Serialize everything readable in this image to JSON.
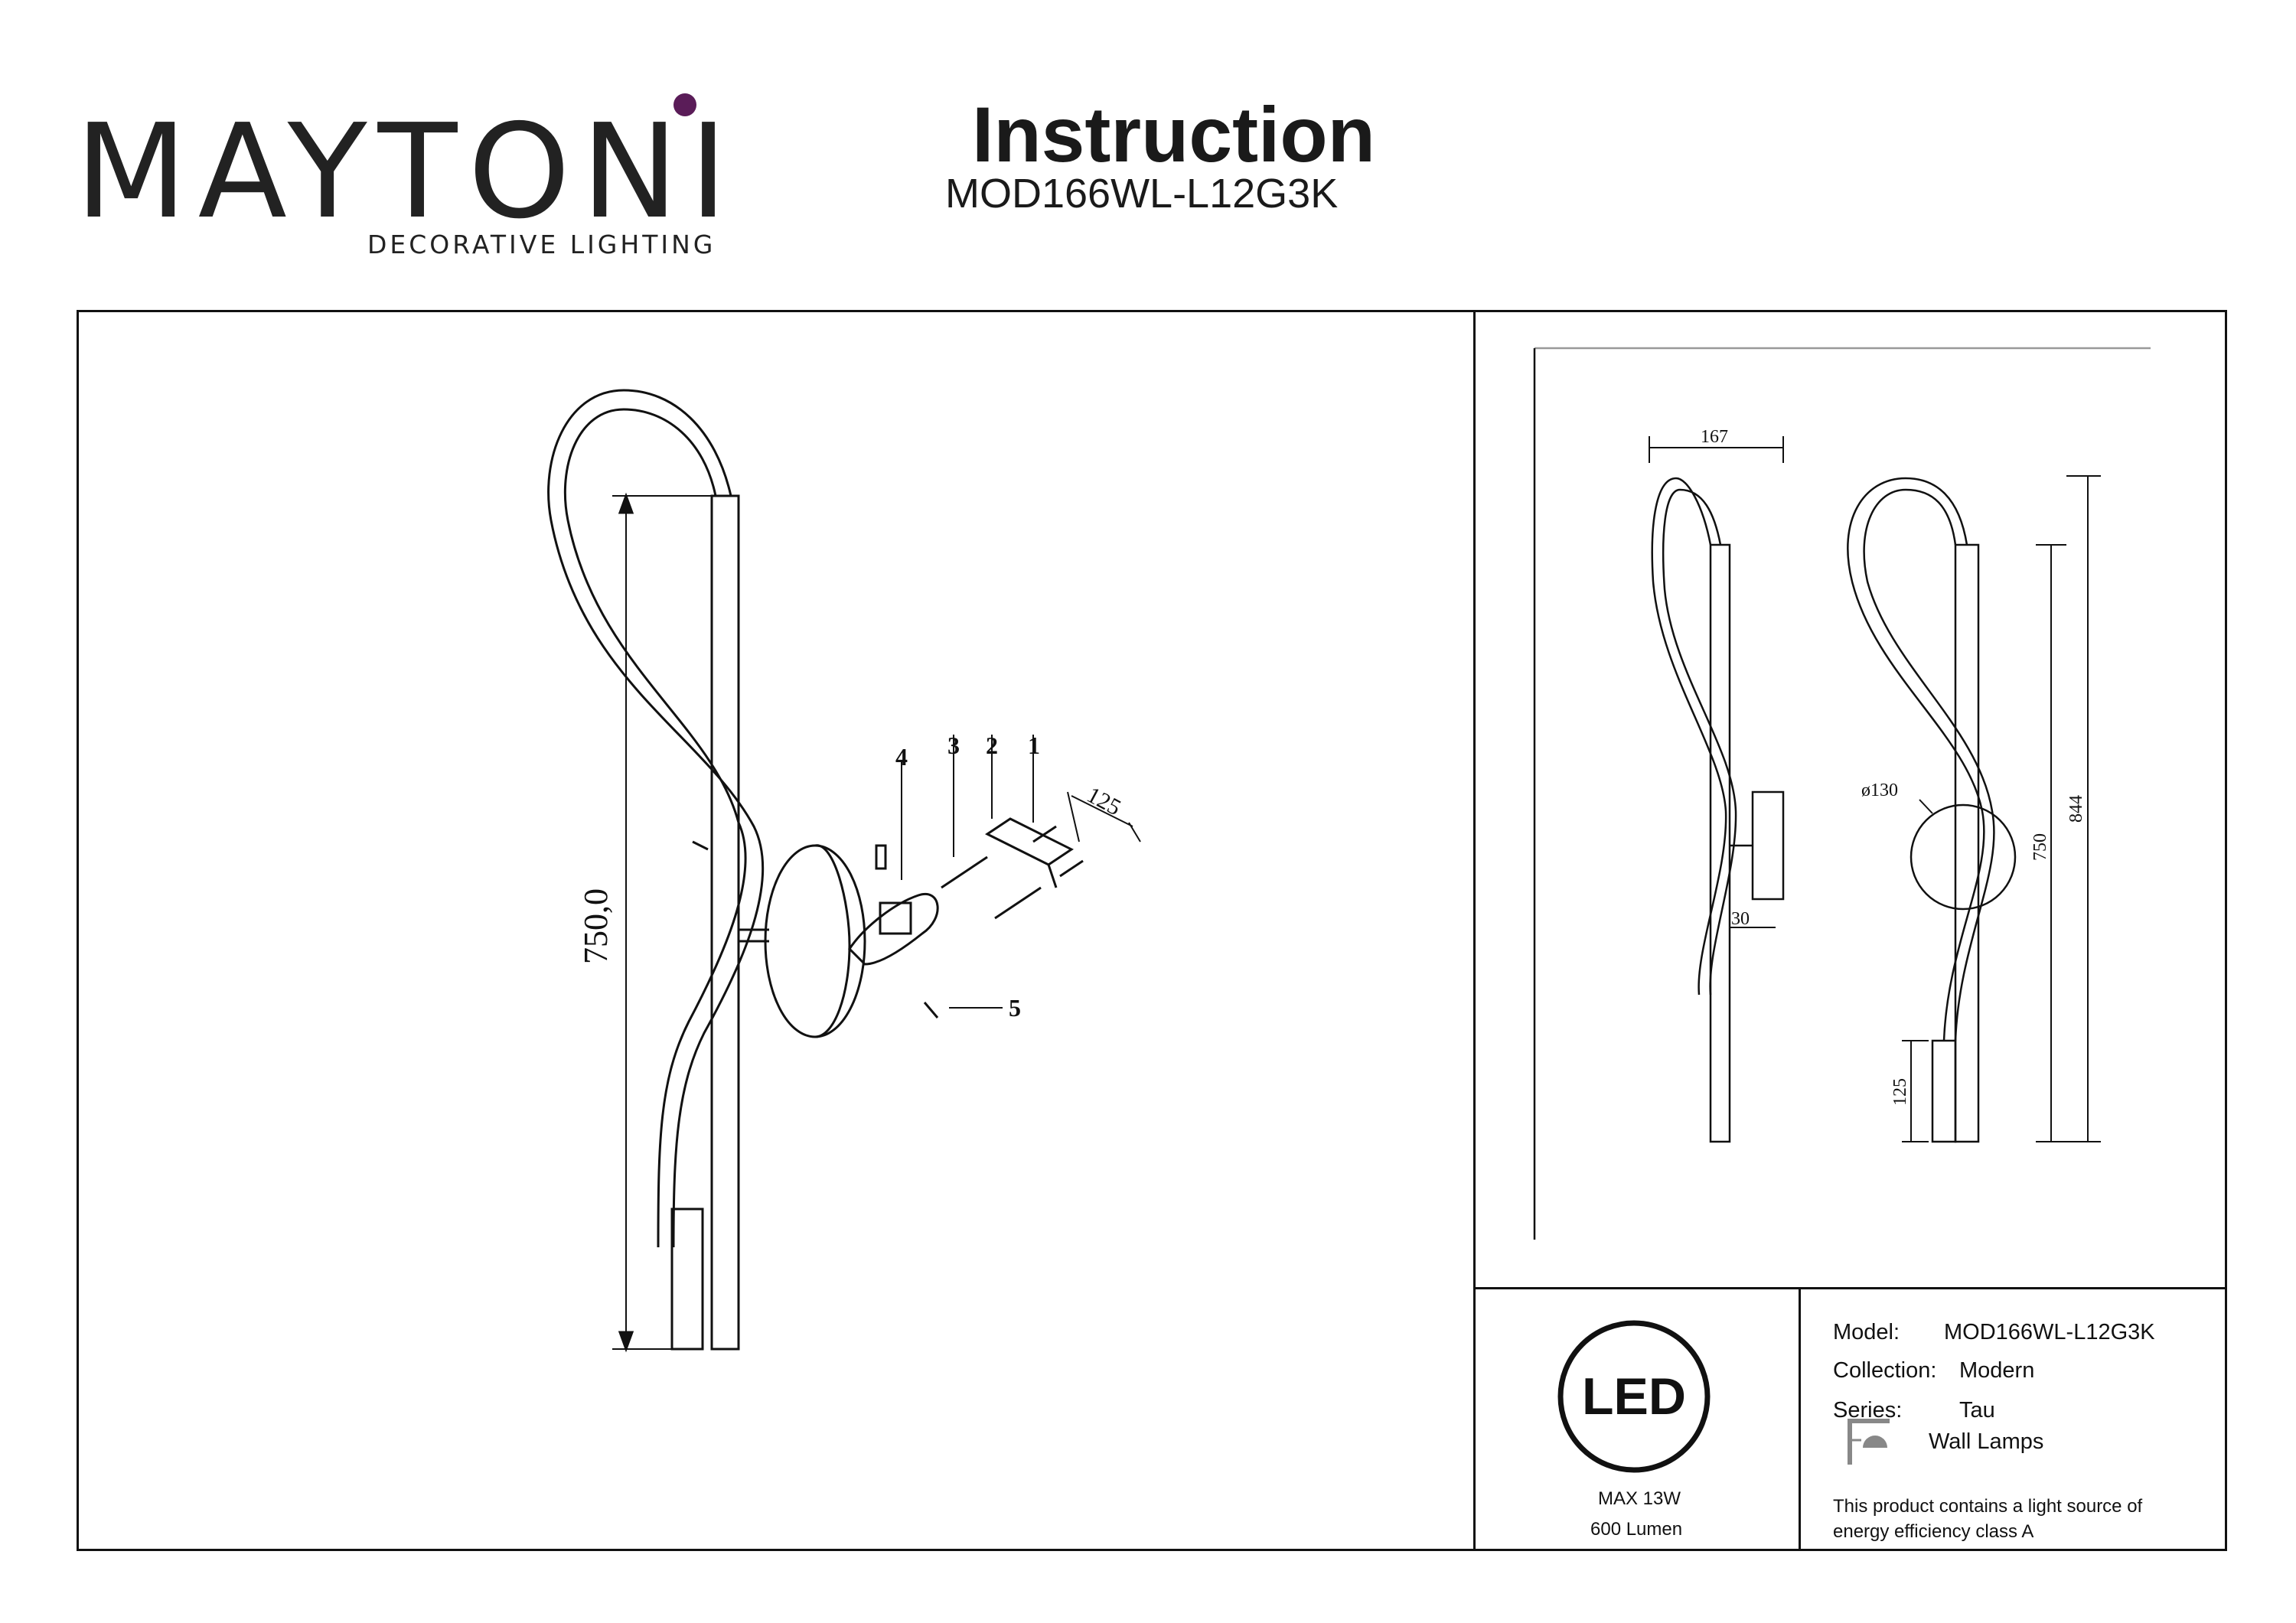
{
  "brand": {
    "name": "MAYTONI",
    "tagline": "DECORATIVE LIGHTING",
    "accent": "#5a1c58"
  },
  "header": {
    "title": "Instruction",
    "model": "MOD166WL-L12G3K"
  },
  "main_drawing": {
    "dimension": "750,0",
    "parts": [
      "1",
      "2",
      "3",
      "4",
      "5"
    ],
    "bracket_dimension": "125"
  },
  "side_drawing": {
    "width": "167",
    "depth": "30",
    "base_diameter": "ø130",
    "height_inner": "750",
    "height_total": "844",
    "tube_length": "125"
  },
  "led_badge": {
    "label": "LED",
    "power": "MAX 13W",
    "lumen": "600 Lumen"
  },
  "specs": {
    "model_label": "Model:",
    "model_value": "MOD166WL-L12G3K",
    "collection_label": "Collection:",
    "collection_value": "Modern",
    "series_label": "Series:",
    "series_value": "Tau",
    "type_value": "Wall Lamps",
    "energy_note_line1": "This product contains a light source of",
    "energy_note_line2": "energy efficiency class A"
  }
}
